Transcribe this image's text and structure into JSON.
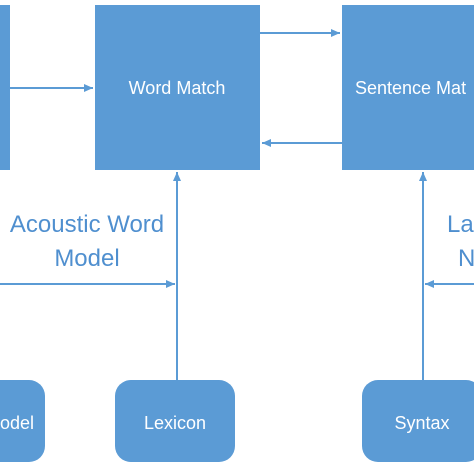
{
  "diagram": {
    "colors": {
      "box_fill": "#5b9bd5",
      "box_stroke": "#4a87c0",
      "arrow": "#5b9bd5",
      "label_text": "#4f8fcf",
      "box_text": "#ffffff"
    },
    "nodes": {
      "left_cut": "",
      "word_match": "Word Match",
      "sentence_match": "Sentence Mat",
      "model_cut": "odel",
      "lexicon": "Lexicon",
      "syntax": "Syntax"
    },
    "labels": {
      "acoustic_line1": "Acoustic Word",
      "acoustic_line2": "Model",
      "language_line1": "La",
      "language_line2": "N"
    }
  }
}
